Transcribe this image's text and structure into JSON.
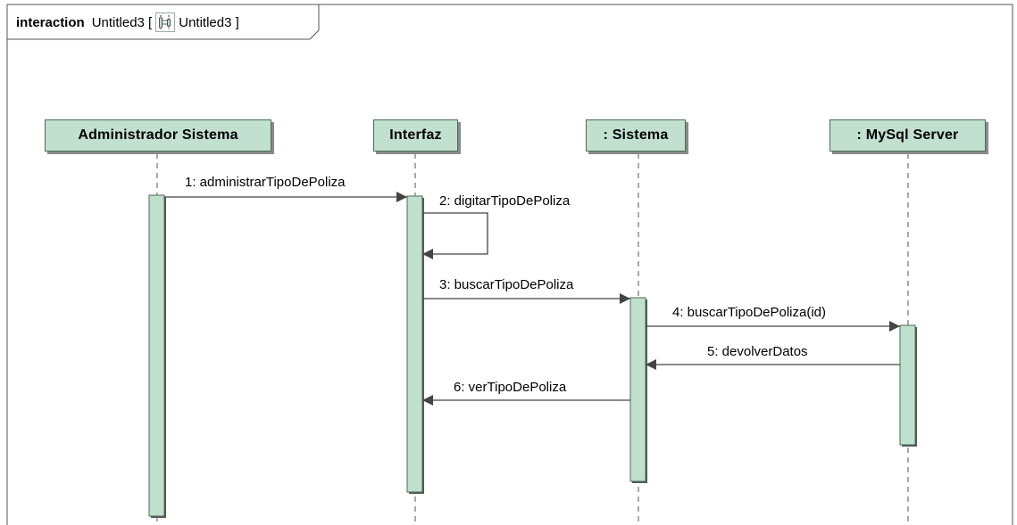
{
  "frame": {
    "keyword": "interaction",
    "name": "Untitled3 [",
    "ref_icon": "sequence-diagram-icon",
    "ref_name": "Untitled3 ]"
  },
  "lifelines": [
    {
      "id": "admin",
      "label": "Administrador Sistema"
    },
    {
      "id": "interfaz",
      "label": "Interfaz"
    },
    {
      "id": "sistema",
      "label": ": Sistema"
    },
    {
      "id": "mysql",
      "label": ": MySql Server"
    }
  ],
  "messages": [
    {
      "label": "1: administrarTipoDePoliza",
      "from": "admin",
      "to": "interfaz",
      "kind": "sync"
    },
    {
      "label": "2: digitarTipoDePoliza",
      "from": "interfaz",
      "to": "interfaz",
      "kind": "self"
    },
    {
      "label": "3: buscarTipoDePoliza",
      "from": "interfaz",
      "to": "sistema",
      "kind": "sync"
    },
    {
      "label": "4: buscarTipoDePoliza(id)",
      "from": "sistema",
      "to": "mysql",
      "kind": "sync"
    },
    {
      "label": "5: devolverDatos",
      "from": "mysql",
      "to": "sistema",
      "kind": "reply"
    },
    {
      "label": "6: verTipoDePoliza",
      "from": "sistema",
      "to": "interfaz",
      "kind": "reply"
    }
  ],
  "colors": {
    "lifeline_fill": "#c2e0cf",
    "lifeline_border": "#4c6b58",
    "activation_fill": "#bfe0cc",
    "shadow": "#8a8a8a",
    "frame_border": "#555555",
    "arrow": "#444444"
  }
}
